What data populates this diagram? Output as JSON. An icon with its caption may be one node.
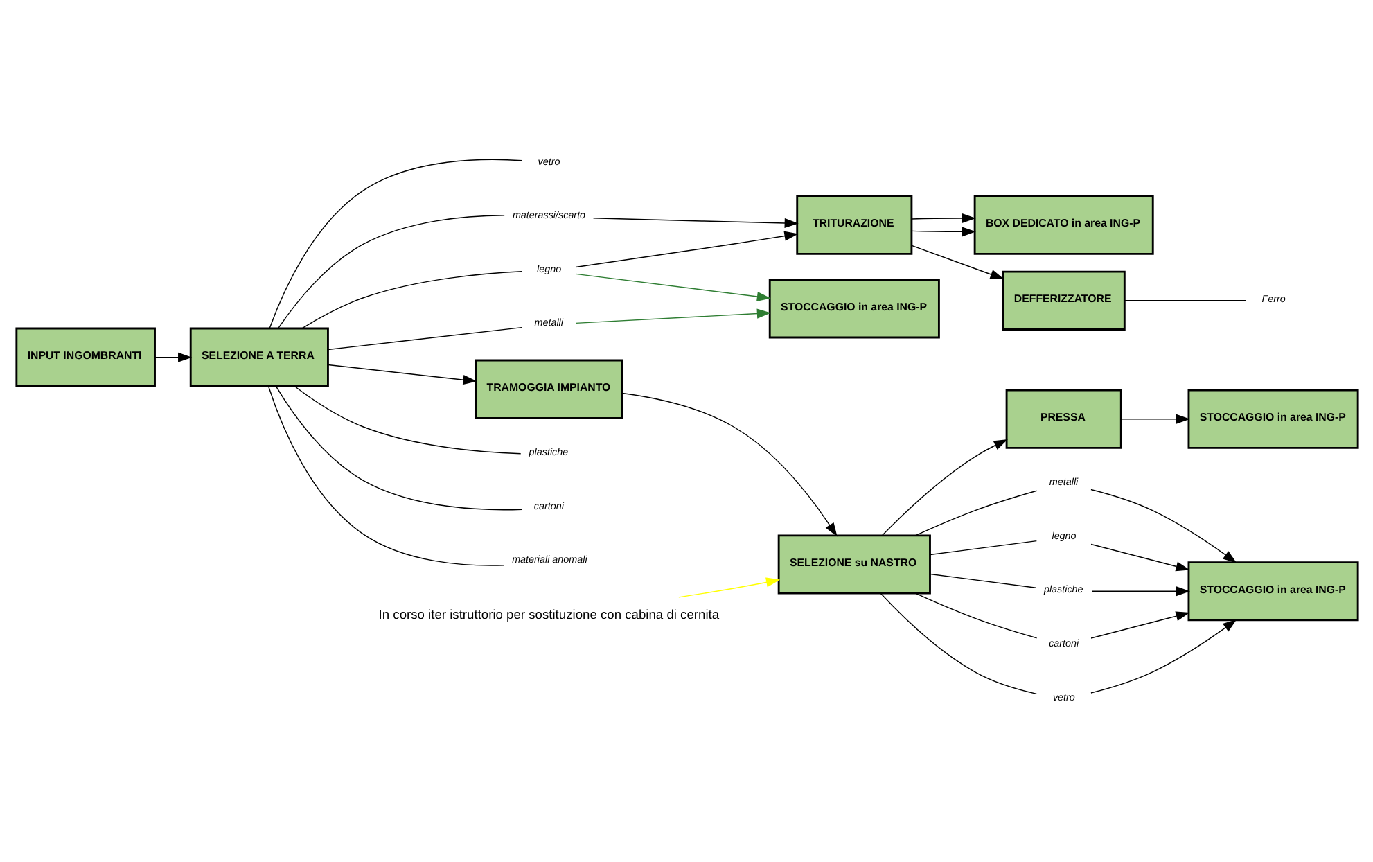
{
  "diagram": {
    "nodes": [
      {
        "text": [
          "INPUT INGOMBRANTI"
        ]
      },
      {
        "text": [
          "SELEZIONE A TERRA"
        ]
      },
      {
        "text": [
          "TRAMOGGIA IMPIANTO"
        ]
      },
      {
        "text": [
          "SELEZIONE su NASTRO"
        ]
      },
      {
        "text": [
          "PRESSA"
        ]
      },
      {
        "text": [
          "STOCCAGGIO in area ING-P"
        ]
      },
      {
        "text": [
          "STOCCAGGIO in area ING-P"
        ]
      },
      {
        "text": [
          "STOCCAGGIO in area ING-P"
        ]
      },
      {
        "text": [
          "TRITURAZIONE"
        ]
      },
      {
        "text": [
          "BOX DEDICATO in area ING-P"
        ]
      },
      {
        "text": [
          "DEFFERIZZATORE"
        ]
      },
      {
        "text": [
          "In corso iter istruttorio per sostituzione con cabina di cernita"
        ]
      },
      {
        "text": [
          "materassi/scarto"
        ]
      },
      {
        "text": [
          "metalli"
        ]
      },
      {
        "text": [
          "legno"
        ]
      },
      {
        "text": [
          "plastiche"
        ]
      },
      {
        "text": [
          "cartoni"
        ]
      },
      {
        "text": [
          "materiali anomali"
        ]
      },
      {
        "text": [
          "vetro"
        ]
      },
      {
        "text": [
          "metalli"
        ]
      },
      {
        "text": [
          "legno"
        ]
      },
      {
        "text": [
          "plastiche"
        ]
      },
      {
        "text": [
          "cartoni"
        ]
      },
      {
        "text": [
          "vetro"
        ]
      },
      {
        "text": [
          "Ferro"
        ]
      }
    ],
    "edges": [
      {
        "from": 0,
        "to": 1,
        "arrow": "to"
      },
      {
        "from": 1,
        "to": 2,
        "arrow": "to"
      },
      {
        "from": 2,
        "to": 3,
        "arrow": "to"
      },
      {
        "from": 3,
        "to": 4,
        "arrow": "to"
      },
      {
        "from": 4,
        "to": 5,
        "arrow": "to"
      },
      {
        "from": 11,
        "to": 3,
        "arrow": "to",
        "color": "#ffff00"
      },
      {
        "from": 1,
        "to": 12,
        "arrow": "none"
      },
      {
        "from": 1,
        "to": 13,
        "arrow": "none"
      },
      {
        "from": 1,
        "to": 14,
        "arrow": "none"
      },
      {
        "from": 1,
        "to": 15,
        "arrow": "none"
      },
      {
        "from": 1,
        "to": 16,
        "arrow": "none"
      },
      {
        "from": 1,
        "to": 17,
        "arrow": "none"
      },
      {
        "from": 1,
        "to": 18,
        "arrow": "none"
      },
      {
        "from": 13,
        "to": 6,
        "arrow": "to",
        "color": "#2e7d32"
      },
      {
        "from": 14,
        "to": 6,
        "arrow": "to",
        "color": "#2e7d32"
      },
      {
        "from": 12,
        "to": 8,
        "arrow": "to"
      },
      {
        "from": 14,
        "to": 8,
        "arrow": "to"
      },
      {
        "from": 3,
        "to": 19,
        "arrow": "none"
      },
      {
        "from": 3,
        "to": 20,
        "arrow": "none"
      },
      {
        "from": 3,
        "to": 21,
        "arrow": "none"
      },
      {
        "from": 3,
        "to": 22,
        "arrow": "none"
      },
      {
        "from": 3,
        "to": 23,
        "arrow": "none"
      },
      {
        "from": 19,
        "to": 7,
        "arrow": "to"
      },
      {
        "from": 20,
        "to": 7,
        "arrow": "to"
      },
      {
        "from": 21,
        "to": 7,
        "arrow": "to"
      },
      {
        "from": 22,
        "to": 7,
        "arrow": "to"
      },
      {
        "from": 23,
        "to": 7,
        "arrow": "to"
      },
      {
        "from": 8,
        "to": 9,
        "arrow": "to"
      },
      {
        "from": 8,
        "to": 9,
        "arrow": "to"
      },
      {
        "from": 8,
        "to": 10,
        "arrow": "to"
      },
      {
        "from": 10,
        "to": 24,
        "arrow": "none"
      }
    ]
  }
}
